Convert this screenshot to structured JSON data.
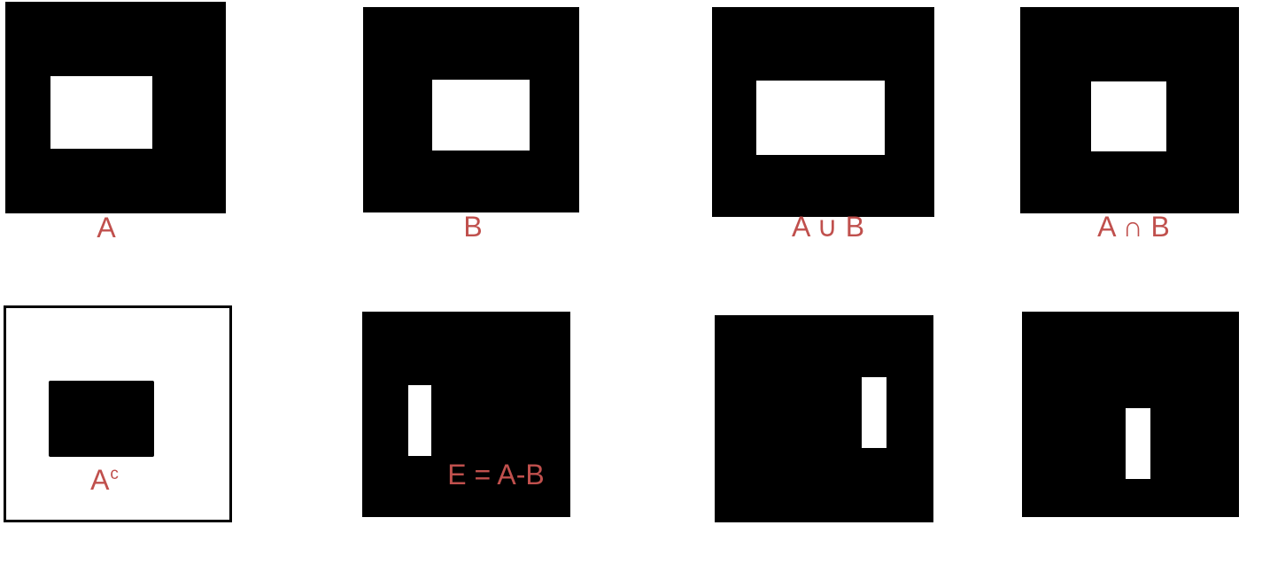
{
  "colors": {
    "background": "#ffffff",
    "image_fill": "#000000",
    "region": "#ffffff",
    "label": "#c0504d"
  },
  "labels": {
    "a": "A",
    "b": "B",
    "union": "A ∪ B",
    "intersection": "A ∩ B",
    "complement_base": "A",
    "complement_sup": "c",
    "difference": "E = A-B"
  }
}
